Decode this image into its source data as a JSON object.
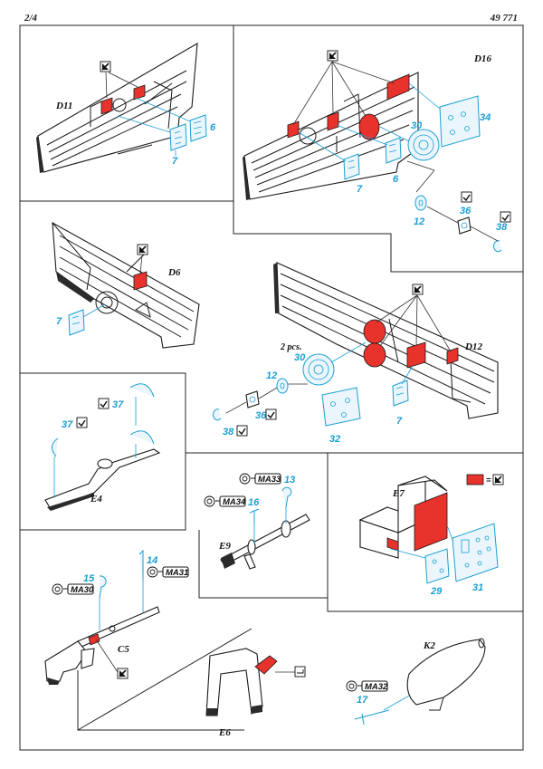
{
  "header": {
    "page": "2/4",
    "catalog": "49 771"
  },
  "labels": {
    "d11": "D11",
    "d16": "D16",
    "d6": "D6",
    "d12": "D12",
    "e4": "E4",
    "e9": "E9",
    "e7": "E7",
    "c5": "C5",
    "e6": "E6",
    "k2": "K2"
  },
  "parts": {
    "p7a": "7",
    "p6a": "6",
    "p7b": "7",
    "p6b": "6",
    "p30a": "30",
    "p34": "34",
    "p12a": "12",
    "p36a": "36",
    "p38a": "38",
    "p7c": "7",
    "p30b": "30",
    "p12b": "12",
    "p36b": "36",
    "p38b": "38",
    "p32": "32",
    "p7d": "7",
    "p37a": "37",
    "p37b": "37",
    "p13": "13",
    "p16": "16",
    "p29": "29",
    "p31": "31",
    "p15": "15",
    "p14": "14",
    "p17": "17"
  },
  "qty": {
    "pcs": "2 pcs."
  },
  "codes": {
    "ma33": "MA33",
    "ma34": "MA34",
    "ma30": "MA30",
    "ma31": "MA31",
    "ma32": "MA32"
  },
  "colors": {
    "red": "#e8322c",
    "pe": "#1a9fd4",
    "ink": "#1a1a1a"
  },
  "legend": {
    "sign": "="
  }
}
